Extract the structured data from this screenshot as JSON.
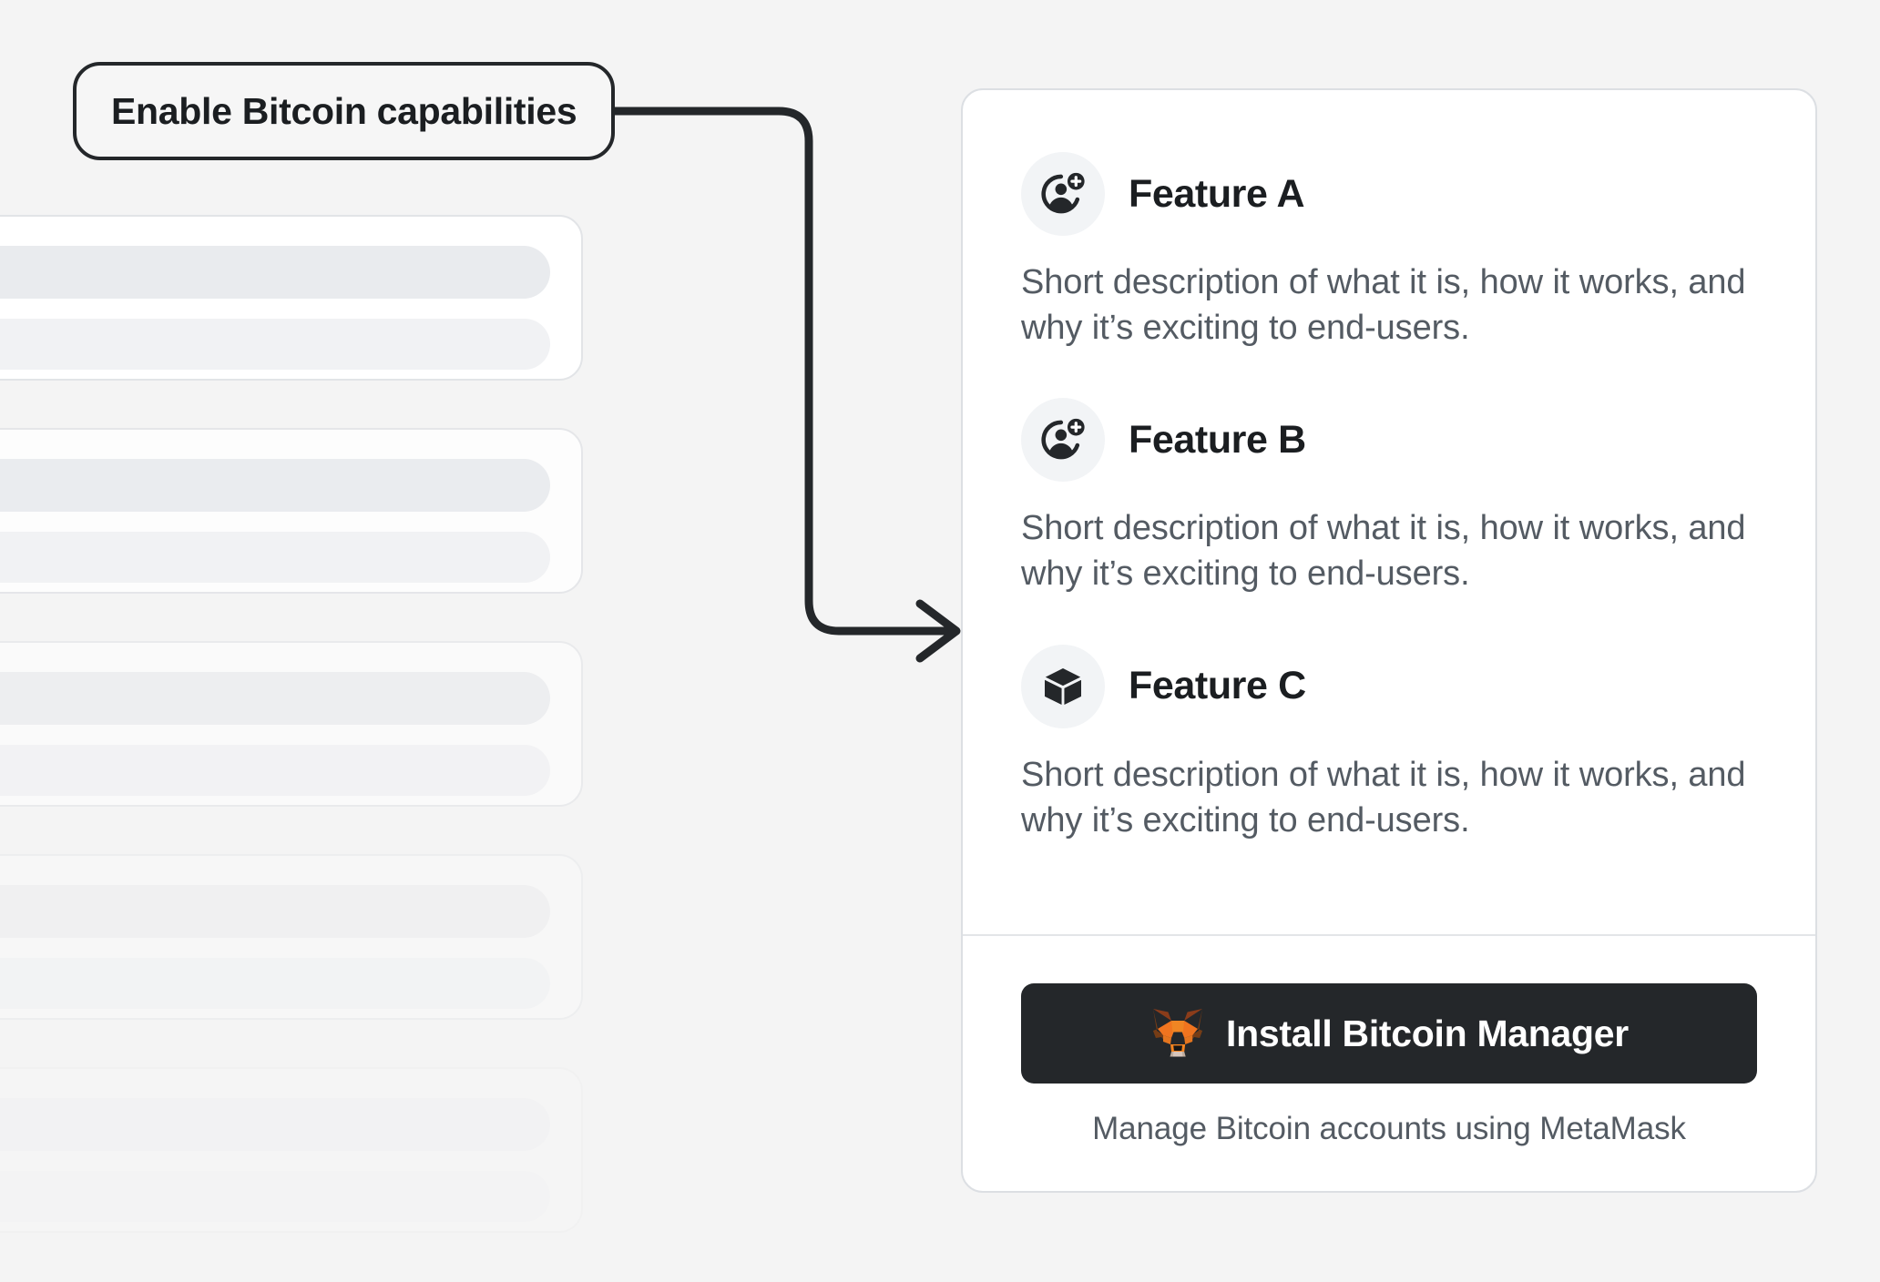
{
  "background": {
    "page_color": "#f4f4f4",
    "skeleton_placeholders": [
      {
        "opacity": 1.0
      },
      {
        "opacity": 0.82
      },
      {
        "opacity": 0.6
      },
      {
        "opacity": 0.36
      },
      {
        "opacity": 0.16
      }
    ]
  },
  "annotation": {
    "label": "Enable Bitcoin capabilities",
    "connector_color": "#24272a",
    "pill_border_color": "#24272a"
  },
  "card": {
    "background_color": "#ffffff",
    "border_color": "#dcdfe3",
    "features": [
      {
        "icon": "add-user-icon",
        "title": "Feature A",
        "description": "Short description of what it is, how it works, and why it’s exciting to end-users."
      },
      {
        "icon": "add-user-icon",
        "title": "Feature B",
        "description": "Short description of what it is, how it works, and why it’s exciting to end-users."
      },
      {
        "icon": "cube-icon",
        "title": "Feature C",
        "description": "Short description of what it is, how it works, and why it’s exciting to end-users."
      }
    ],
    "footer": {
      "install_button_label": "Install Bitcoin Manager",
      "install_button_icon": "metamask-fox-icon",
      "install_button_color": "#24272a",
      "caption": "Manage Bitcoin accounts using MetaMask"
    }
  }
}
